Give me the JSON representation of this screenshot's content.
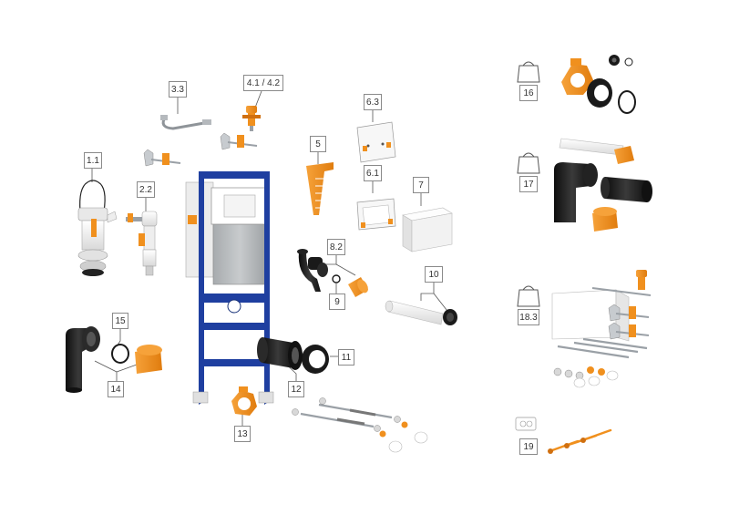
{
  "labels": {
    "l_1_1": "1.1",
    "l_2_2": "2.2",
    "l_3_3": "3.3",
    "l_4_1_4_2": "4.1 / 4.2",
    "l_5": "5",
    "l_6_3": "6.3",
    "l_6_1": "6.1",
    "l_7": "7",
    "l_8_2": "8.2",
    "l_9": "9",
    "l_10": "10",
    "l_11": "11",
    "l_12": "12",
    "l_13": "13",
    "l_14": "14",
    "l_15": "15",
    "l_16": "16",
    "l_17": "17",
    "l_18_3": "18.3",
    "l_19": "19"
  },
  "colors": {
    "frame_blue": "#1f3fa0",
    "accent_orange": "#f0901e",
    "rubber_black": "#1a1a1a",
    "pipe_white": "#f2f2f2",
    "metal_gray": "#9aa0a6",
    "tank_gray": "#b9bcbf",
    "leader_line": "#555555"
  }
}
